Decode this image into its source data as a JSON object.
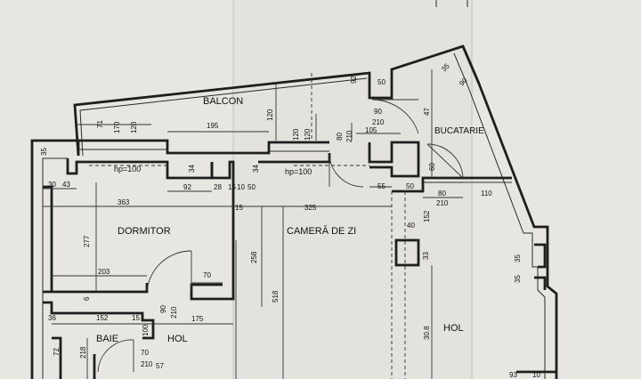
{
  "rooms": {
    "balcon": "BALCON",
    "bucatarie": "BUCATARIE",
    "dormitor": "DORMITOR",
    "camera_de_zi": "CAMERĂ DE ZI",
    "baie": "BAIE",
    "hol_left": "HOL",
    "hol_right": "HOL"
  },
  "notes": {
    "hp_left": "hp=100",
    "hp_right": "hp=100"
  },
  "dimensions": {
    "d92_top": "92",
    "d50_top": "50",
    "d35_top": "35",
    "d90_corner": "90",
    "d47": "47",
    "d71": "71",
    "d170": "170",
    "d120_a": "120",
    "d195": "195",
    "d120_b": "120",
    "d120_c": "120",
    "d120_d": "120",
    "d80": "80",
    "d210_a": "210",
    "d90_door": "90",
    "d210_b": "210",
    "d105": "105",
    "d35_left": "35",
    "d30": "30",
    "d43": "43",
    "d34_a": "34",
    "d92_mid": "92",
    "d28": "28",
    "d15_a": "15",
    "d10": "10",
    "d50_mid": "50",
    "d34_b": "34",
    "d60": "60",
    "d55": "55",
    "d50_b": "50",
    "d80_b": "80",
    "d210_c": "210",
    "d110": "110",
    "d363": "363",
    "d15_b": "15",
    "d325": "325",
    "d152_a": "152",
    "d40": "40",
    "d277": "277",
    "d258": "258",
    "d33": "33",
    "d203": "203",
    "d70_a": "70",
    "d35_r1": "35",
    "d35_r2": "35",
    "d518": "518",
    "d90_bath": "90",
    "d210_d": "210",
    "d6": "6",
    "d36": "36",
    "d152_b": "152",
    "d15_c": "15",
    "d175": "175",
    "d100": "100",
    "d308": "30.8",
    "d72": "72",
    "d218": "218",
    "d70_b": "70",
    "d210_e": "210",
    "d57": "57",
    "d93": "93",
    "d10_br": "10"
  }
}
